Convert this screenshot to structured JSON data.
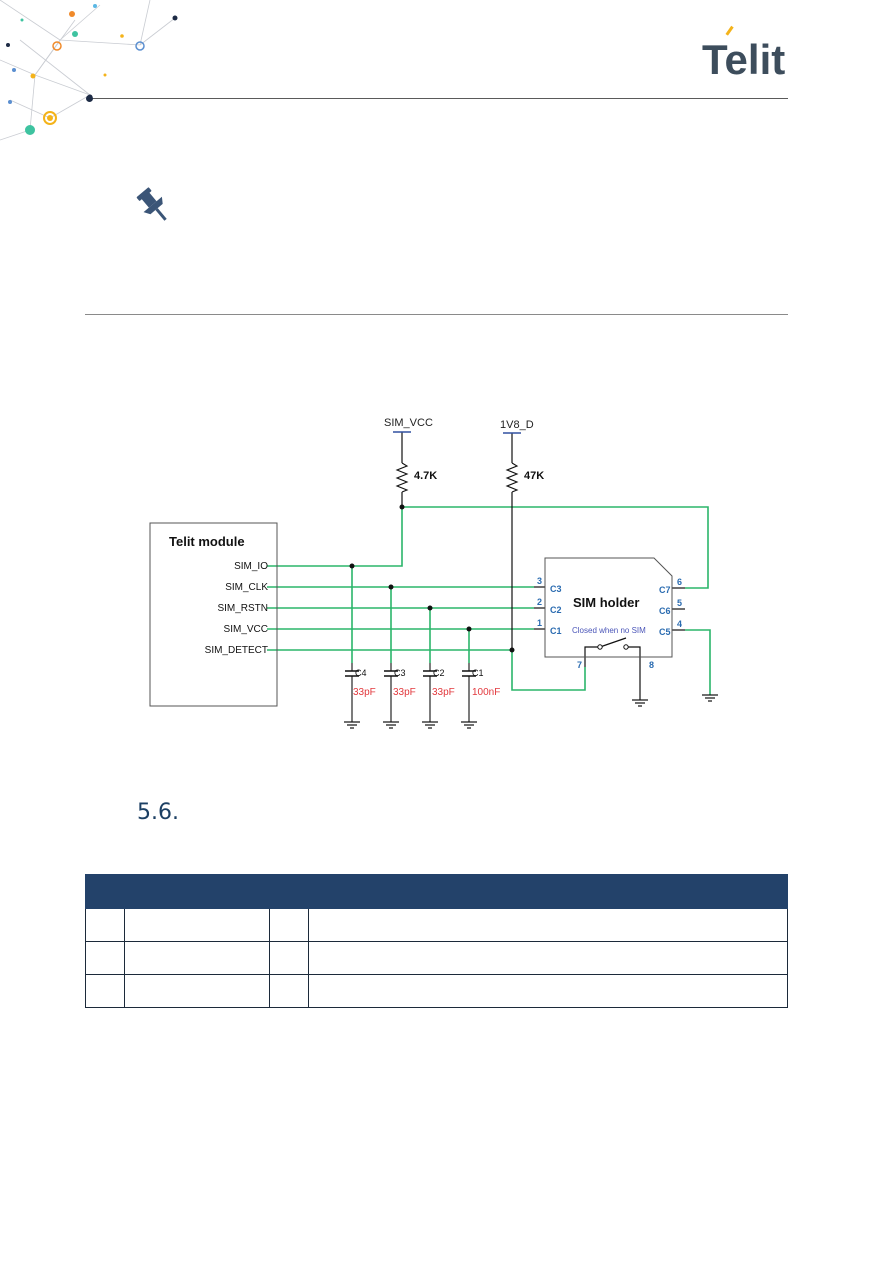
{
  "logo": {
    "text": "Telit",
    "colors": {
      "primary": "#3d4d5c",
      "accent": "#f4b31a"
    }
  },
  "note": {
    "icon": "pushpin-icon"
  },
  "section": {
    "number": "5.6."
  },
  "schematic": {
    "module_title": "Telit module",
    "pins": [
      "SIM_IO",
      "SIM_CLK",
      "SIM_RSTN",
      "SIM_VCC",
      "SIM_DETECT"
    ],
    "supply_sim_vcc": "SIM_VCC",
    "supply_1v8": "1V8_D",
    "r1_value": "4.7K",
    "r2_value": "47K",
    "holder_title": "SIM holder",
    "holder_note": "Closed when no SIM",
    "holder_left_pins": [
      {
        "num": "3",
        "label": "C3"
      },
      {
        "num": "2",
        "label": "C2"
      },
      {
        "num": "1",
        "label": "C1"
      }
    ],
    "holder_right_pins": [
      {
        "num": "6",
        "label": "C7"
      },
      {
        "num": "5",
        "label": "C6"
      },
      {
        "num": "4",
        "label": "C5"
      }
    ],
    "switch_pins": [
      "7",
      "8"
    ],
    "caps": [
      {
        "name": "C4",
        "value": "33pF"
      },
      {
        "name": "C3",
        "value": "33pF"
      },
      {
        "name": "C2",
        "value": "33pF"
      },
      {
        "name": "C1",
        "value": "100nF"
      }
    ],
    "colors": {
      "wire": "#2bb56a",
      "pin_label": "#2a6bb0",
      "cap_value": "#e2383d",
      "switch_note": "#4a55b8"
    }
  },
  "table": {
    "header_color": "#23426a",
    "columns": 4,
    "rows": 3
  }
}
